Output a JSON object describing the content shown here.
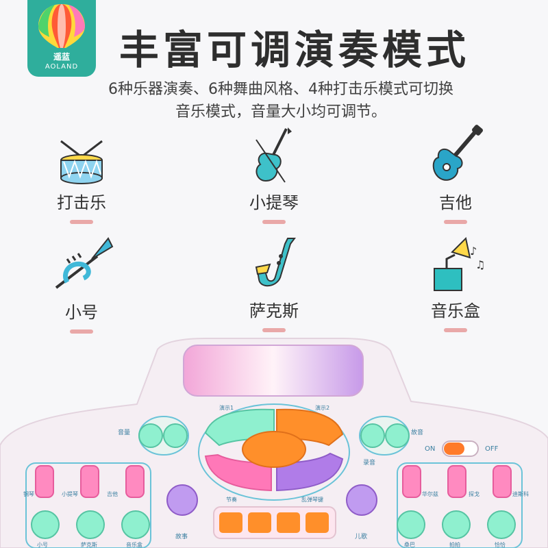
{
  "brand": {
    "name_cn": "遥蓝",
    "name_en": "AOLAND"
  },
  "title": "丰富可调演奏模式",
  "subtitle_lines": [
    "6种乐器演奏、6种舞曲风格、4种打击乐模式可切换",
    "音乐模式，音量大小均可调节。"
  ],
  "instruments": [
    {
      "label": "打击乐",
      "icon": "drum-icon"
    },
    {
      "label": "小提琴",
      "icon": "violin-icon"
    },
    {
      "label": "吉他",
      "icon": "guitar-icon"
    },
    {
      "label": "小号",
      "icon": "trumpet-icon"
    },
    {
      "label": "萨克斯",
      "icon": "saxophone-icon"
    },
    {
      "label": "音乐盒",
      "icon": "music-box-icon"
    }
  ],
  "panel": {
    "on_label": "ON",
    "off_label": "OFF",
    "left_volume": "音量",
    "right_volume": "故音",
    "right_record": "录音",
    "left_keys": [
      "钢琴",
      "小提琴",
      "吉他"
    ],
    "left_bottom": [
      "小号",
      "萨克斯",
      "音乐盒"
    ],
    "right_keys": [
      "华尔兹",
      "探戈",
      "迪斯科"
    ],
    "right_bottom": [
      "桑巴",
      "拍拍",
      "恰恰"
    ],
    "story": "故事",
    "song": "儿歌",
    "play1": "演示1",
    "play2": "演示2",
    "mode_a": "节奏",
    "mode_b": "乱弹琴键"
  },
  "colors": {
    "teal": "#3aa7a0",
    "pink": "#f07cb0",
    "mint": "#7fe3c2",
    "orange": "#ff8a2a",
    "purple": "#a779e8",
    "panel": "#f5eef3"
  }
}
